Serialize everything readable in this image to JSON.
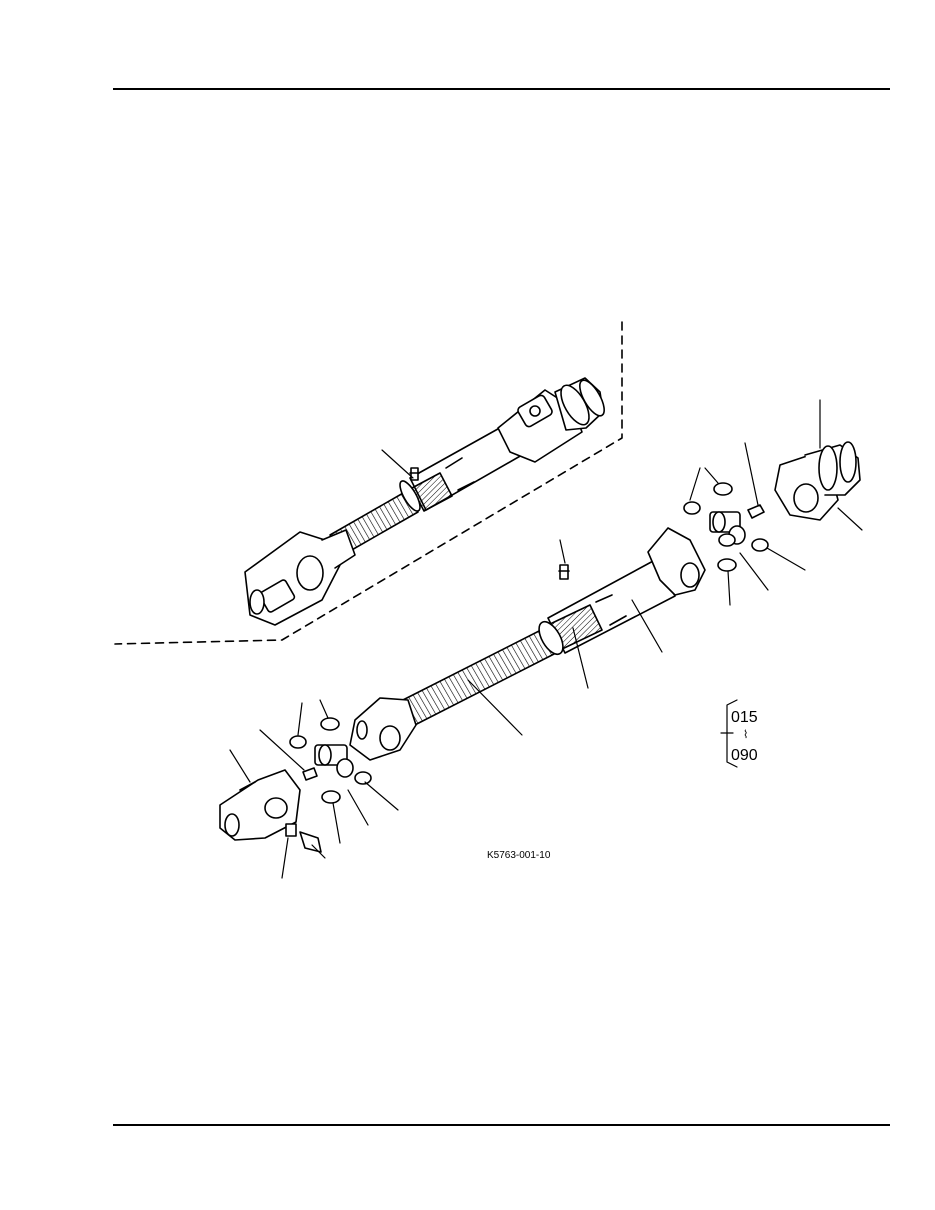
{
  "page": {
    "figure_code": "K5763-001-10",
    "range_start": "015",
    "range_end": "090",
    "range_separator": "⌇"
  },
  "colors": {
    "ink": "#000000",
    "paper": "#ffffff"
  }
}
